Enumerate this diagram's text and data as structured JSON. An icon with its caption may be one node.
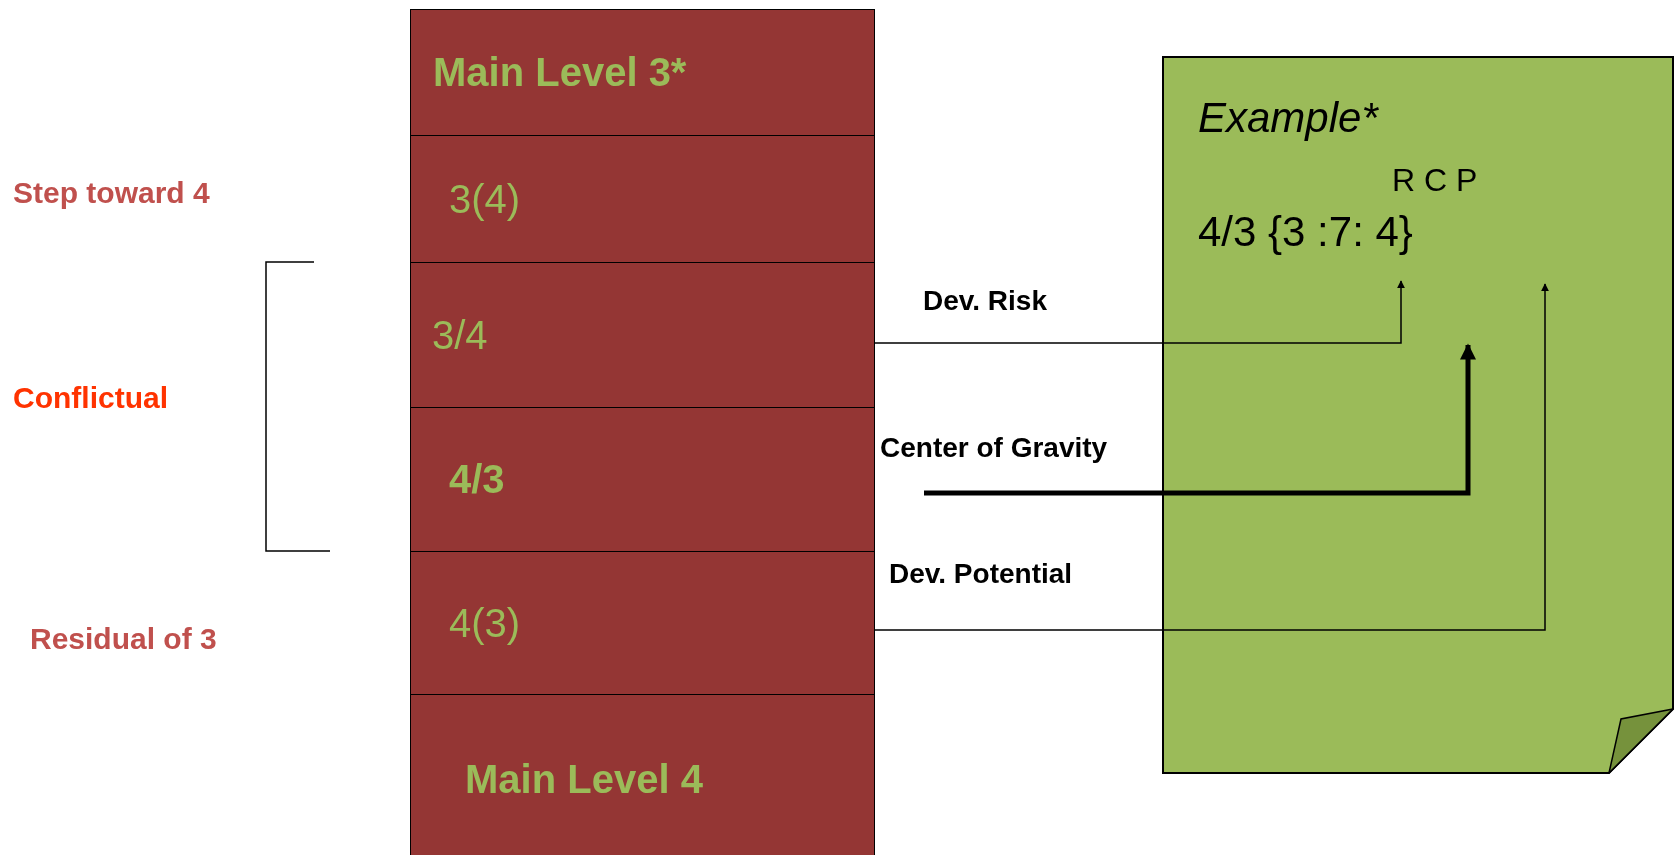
{
  "diagram": {
    "nodes": [
      {
        "text": [
          "Main Level 3*"
        ]
      },
      {
        "text": [
          "3(4)"
        ]
      },
      {
        "text": [
          "3/4"
        ]
      },
      {
        "text": [
          "4/3"
        ]
      },
      {
        "text": [
          "4(3)"
        ]
      },
      {
        "text": [
          "Main Level 4"
        ]
      },
      {
        "text": [
          "Example*",
          "R C P",
          "4/3 {3 :7: 4}"
        ]
      },
      {
        "text": [
          "Center of Gravity"
        ]
      }
    ],
    "edges": [
      {
        "from": 2,
        "to": 6,
        "arrow": "to",
        "label": "Dev. Risk"
      },
      {
        "from": 7,
        "to": 6,
        "arrow": "to",
        "style": "thick"
      },
      {
        "from": 4,
        "to": 6,
        "arrow": "to",
        "label": "Dev. Potential"
      }
    ],
    "labels": [
      "Step toward 4",
      "Conflictual",
      "Residual of 3"
    ]
  }
}
